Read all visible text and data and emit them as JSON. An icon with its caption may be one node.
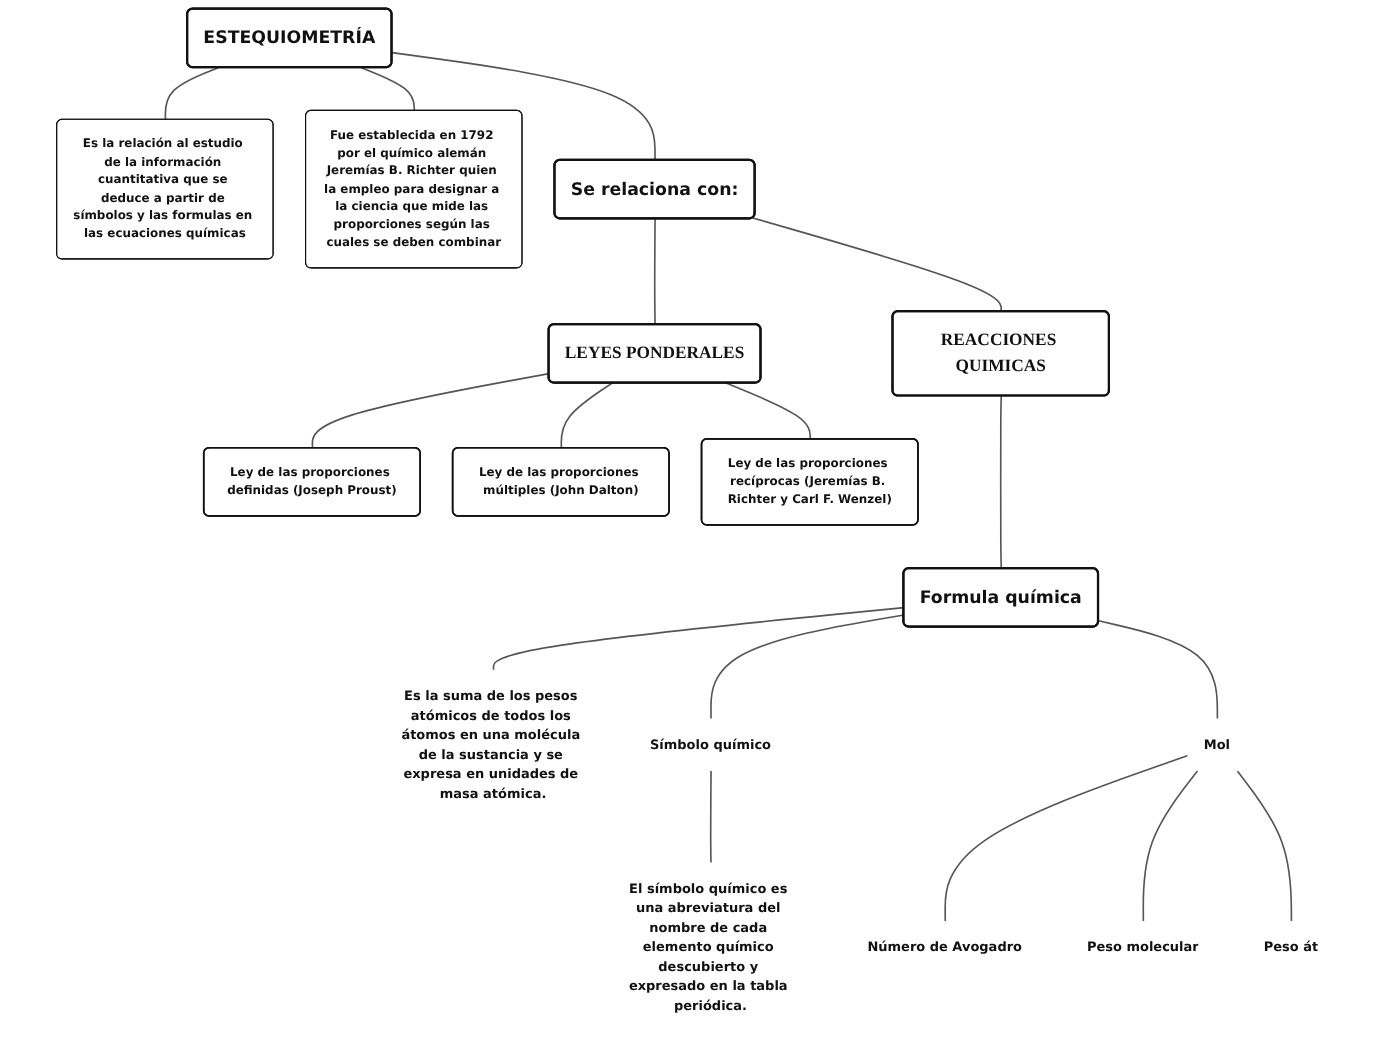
{
  "diagram": {
    "nodes": [
      {
        "text": [
          "ESTEQUIOMETRÍA"
        ]
      },
      {
        "text": [
          "Es la relación al estudio de la información cuantitativa que se deduce a partir de símbolos y las formulas en las ecuaciones químicas"
        ]
      },
      {
        "text": [
          "Fue establecida en 1792 por el químico alemán Jeremías B. Richter quien la empleo para designar a la ciencia que mide las proporciones según las cuales se deben combinar"
        ]
      },
      {
        "text": [
          "Se relaciona con:"
        ]
      },
      {
        "text": [
          "LEYES PONDERALES"
        ]
      },
      {
        "text": [
          "Ley de las proporciones definidas (Joseph Proust)"
        ]
      },
      {
        "text": [
          "Ley de las proporciones múltiples (John Dalton)"
        ]
      },
      {
        "text": [
          "Ley de las proporciones recíprocas (Jeremías B. Richter y Carl F. Wenzel)"
        ]
      },
      {
        "text": [
          "REACCIONES QUIMICAS"
        ]
      },
      {
        "text": [
          "Formula química"
        ]
      },
      {
        "text": [
          "Es la suma de los pesos atómicos de todos los átomos en una molécula de la sustancia y se expresa en unidades de masa atómica."
        ]
      },
      {
        "text": [
          "Símbolo químico"
        ]
      },
      {
        "text": [
          "El símbolo químico es una abreviatura del nombre de cada elemento químico descubierto y expresado en la tabla periódica."
        ]
      },
      {
        "text": [
          "Mol"
        ]
      },
      {
        "text": [
          "Número de Avogadro"
        ]
      },
      {
        "text": [
          "Peso molecular"
        ]
      },
      {
        "text": [
          "Peso át"
        ]
      }
    ],
    "edges": [
      {
        "from": 0,
        "to": 1,
        "arrow": "none"
      },
      {
        "from": 0,
        "to": 2,
        "arrow": "none"
      },
      {
        "from": 0,
        "to": 3,
        "arrow": "none"
      },
      {
        "from": 3,
        "to": 4,
        "arrow": "none"
      },
      {
        "from": 3,
        "to": 8,
        "arrow": "none"
      },
      {
        "from": 4,
        "to": 5,
        "arrow": "none"
      },
      {
        "from": 4,
        "to": 6,
        "arrow": "none"
      },
      {
        "from": 4,
        "to": 7,
        "arrow": "none"
      },
      {
        "from": 8,
        "to": 9,
        "arrow": "none"
      },
      {
        "from": 9,
        "to": 10,
        "arrow": "none"
      },
      {
        "from": 9,
        "to": 11,
        "arrow": "none"
      },
      {
        "from": 9,
        "to": 13,
        "arrow": "none"
      },
      {
        "from": 11,
        "to": 12,
        "arrow": "none"
      },
      {
        "from": 13,
        "to": 14,
        "arrow": "none"
      },
      {
        "from": 13,
        "to": 15,
        "arrow": "none"
      },
      {
        "from": 13,
        "to": 16,
        "arrow": "none"
      }
    ]
  }
}
